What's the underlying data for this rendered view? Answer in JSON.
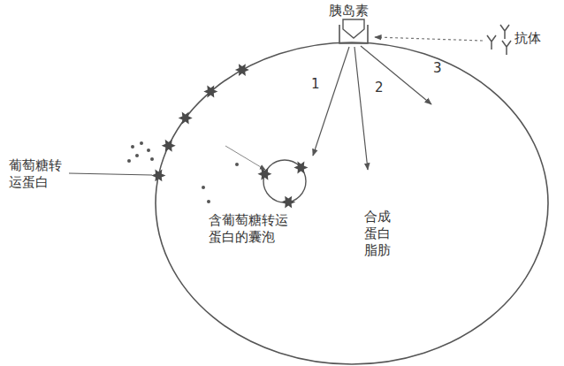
{
  "diagram": {
    "labels": [
      "胰岛素",
      "抗体",
      "1",
      "2",
      "3",
      "葡萄糖转运蛋白",
      "含葡萄糖转运蛋白的囊泡",
      "合成蛋白脂肪"
    ]
  }
}
